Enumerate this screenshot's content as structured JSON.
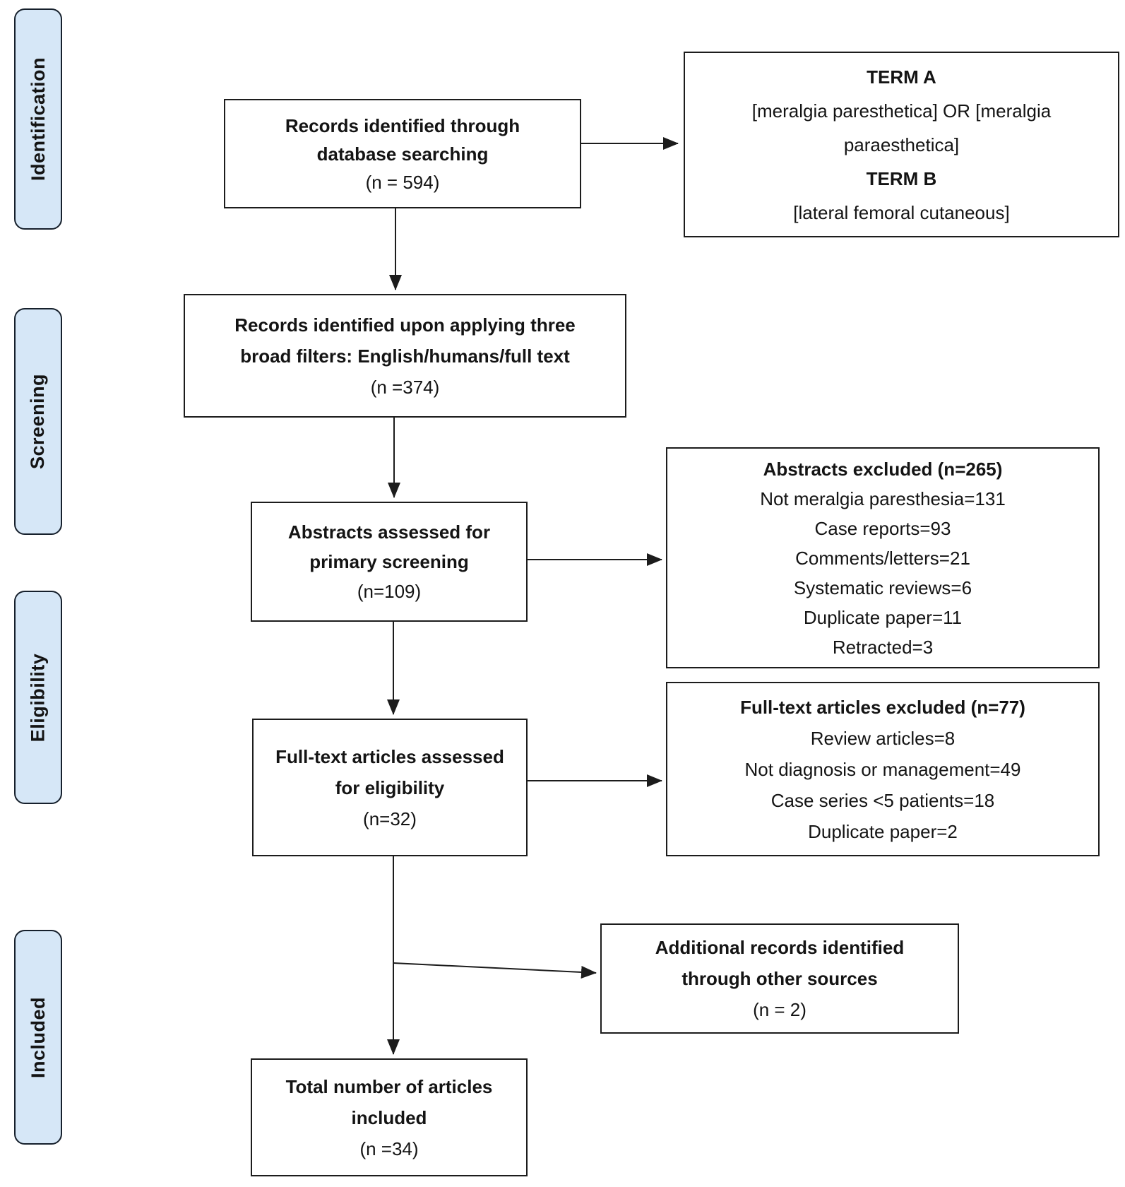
{
  "flow": {
    "colors": {
      "background": "#ffffff",
      "stage_fill": "#d6e7f7",
      "stage_border": "#16202c",
      "box_fill": "#ffffff",
      "box_border": "#1c1c1c",
      "arrow": "#1c1c1c",
      "text": "#141414"
    },
    "stages": [
      {
        "label": "Identification"
      },
      {
        "label": "Screening"
      },
      {
        "label": "Eligibility"
      },
      {
        "label": "Included"
      }
    ],
    "boxes": {
      "records_identified": {
        "lines": [
          {
            "b": 1,
            "t": "Records identified through"
          },
          {
            "b": 1,
            "t": "database searching"
          },
          {
            "b": 0,
            "t": "(n = 594)"
          }
        ]
      },
      "search_terms": {
        "lines": [
          {
            "b": 1,
            "t": "TERM A"
          },
          {
            "b": 0,
            "t": "[meralgia paresthetica] OR [meralgia"
          },
          {
            "b": 0,
            "t": "paraesthetica]"
          },
          {
            "b": 1,
            "t": "TERM B"
          },
          {
            "b": 0,
            "t": "[lateral femoral cutaneous]"
          }
        ]
      },
      "filtered_records": {
        "lines": [
          {
            "b": 1,
            "t": "Records identified upon applying three"
          },
          {
            "b": 1,
            "t": "broad filters: English/humans/full text"
          },
          {
            "b": 0,
            "t": "(n =374)"
          }
        ]
      },
      "abstracts_assessed": {
        "lines": [
          {
            "b": 1,
            "t": "Abstracts assessed for"
          },
          {
            "b": 1,
            "t": "primary screening"
          },
          {
            "b": 0,
            "t": "(n=109)"
          }
        ]
      },
      "abstracts_excluded": {
        "lines": [
          {
            "b": 1,
            "t": "Abstracts excluded (n=265)"
          },
          {
            "b": 0,
            "t": "Not meralgia paresthesia=131"
          },
          {
            "b": 0,
            "t": "Case reports=93"
          },
          {
            "b": 0,
            "t": "Comments/letters=21"
          },
          {
            "b": 0,
            "t": "Systematic reviews=6"
          },
          {
            "b": 0,
            "t": "Duplicate paper=11"
          },
          {
            "b": 0,
            "t": "Retracted=3"
          }
        ]
      },
      "fulltext_assessed": {
        "lines": [
          {
            "b": 1,
            "t": "Full-text articles assessed"
          },
          {
            "b": 1,
            "t": "for eligibility"
          },
          {
            "b": 0,
            "t": "(n=32)"
          }
        ]
      },
      "fulltext_excluded": {
        "lines": [
          {
            "b": 1,
            "t": "Full-text articles excluded (n=77)"
          },
          {
            "b": 0,
            "t": "Review articles=8"
          },
          {
            "b": 0,
            "t": "Not diagnosis or management=49"
          },
          {
            "b": 0,
            "t": "Case series <5 patients=18"
          },
          {
            "b": 0,
            "t": "Duplicate paper=2"
          }
        ]
      },
      "additional_records": {
        "lines": [
          {
            "b": 1,
            "t": "Additional records identified"
          },
          {
            "b": 1,
            "t": "through other sources"
          },
          {
            "b": 0,
            "t": "(n = 2)"
          }
        ]
      },
      "total_included": {
        "lines": [
          {
            "b": 1,
            "t": "Total number of articles"
          },
          {
            "b": 1,
            "t": "included"
          },
          {
            "b": 0,
            "t": "(n =34)"
          }
        ]
      }
    }
  }
}
